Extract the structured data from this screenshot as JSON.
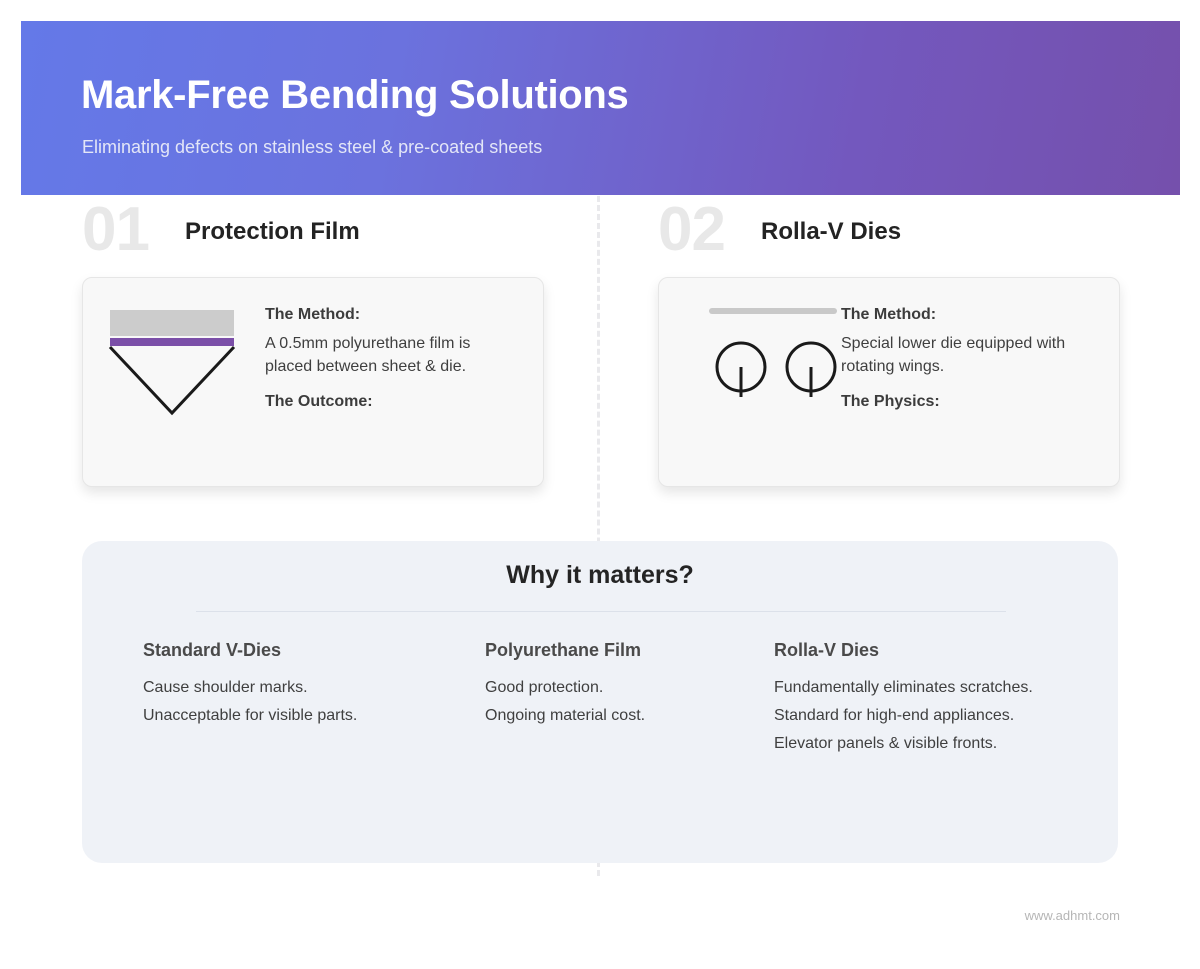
{
  "header": {
    "title": "Mark-Free Bending Solutions",
    "subtitle": "Eliminating defects on stainless steel & pre-coated sheets",
    "gradient_start": "#6479E8",
    "gradient_end": "#7550AC"
  },
  "sections": [
    {
      "number": "01",
      "title": "Protection Film",
      "figure": "v-die-with-film-diagram",
      "method_label": "The Method:",
      "method_text": "A 0.5mm polyurethane film is placed between sheet & die.",
      "outcome_label": "The Outcome:",
      "colors": {
        "sheet": "#CCCCCC",
        "film": "#7B4FA8",
        "die": "#1A1A1A"
      }
    },
    {
      "number": "02",
      "title": "Rolla-V Dies",
      "figure": "rolla-v-rotating-wings-diagram",
      "method_label": "The Method:",
      "method_text": "Special lower die equipped with rotating wings.",
      "physics_label": "The Physics:",
      "colors": {
        "sheet": "#C9C9C9",
        "wing": "#1A1A1A"
      }
    }
  ],
  "panel": {
    "title": "Why it matters?",
    "background": "#EFF2F7",
    "columns": [
      {
        "heading": "Standard V-Dies",
        "lines": [
          "Cause shoulder marks.",
          "Unacceptable for visible parts."
        ]
      },
      {
        "heading": "Polyurethane Film",
        "lines": [
          "Good protection.",
          "Ongoing material cost."
        ]
      },
      {
        "heading": "Rolla-V Dies",
        "lines": [
          "Fundamentally eliminates scratches.",
          "Standard for high-end appliances.",
          "Elevator panels & visible fronts."
        ]
      }
    ]
  },
  "footer": {
    "url": "www.adhmt.com"
  }
}
